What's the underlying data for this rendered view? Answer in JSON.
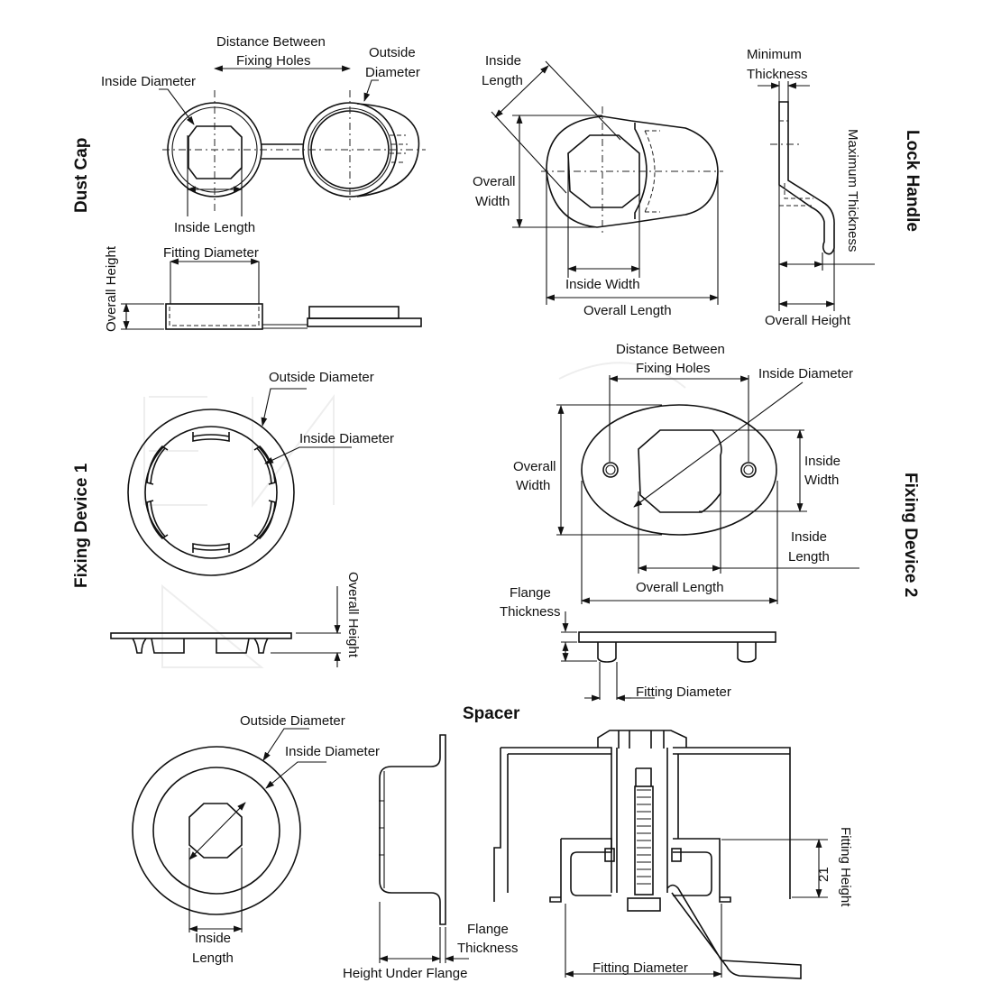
{
  "sections": {
    "dust_cap": {
      "title": "Dust Cap",
      "labels": {
        "distance_between_1": "Distance Between",
        "distance_between_2": "Fixing Holes",
        "outside_1": "Outside",
        "outside_2": "Diameter",
        "inside_diameter": "Inside Diameter",
        "inside_length": "Inside Length",
        "fitting_diameter": "Fitting Diameter",
        "overall_height": "Overall Height"
      }
    },
    "lock_handle": {
      "title": "Lock Handle",
      "labels": {
        "inside_length_1": "Inside",
        "inside_length_2": "Length",
        "overall_width_1": "Overall",
        "overall_width_2": "Width",
        "inside_width": "Inside Width",
        "overall_length": "Overall Length",
        "minimum_thickness_1": "Minimum",
        "minimum_thickness_2": "Thickness",
        "maximum_thickness": "Maximum Thickness",
        "overall_height": "Overall Height"
      }
    },
    "fixing_device_1": {
      "title": "Fixing Device 1",
      "labels": {
        "outside_diameter": "Outside Diameter",
        "inside_diameter": "Inside Diameter",
        "overall_height": "Overall Height"
      }
    },
    "fixing_device_2": {
      "title": "Fixing Device 2",
      "labels": {
        "distance_between_1": "Distance Between",
        "distance_between_2": "Fixing Holes",
        "inside_diameter": "Inside Diameter",
        "overall_width_1": "Overall",
        "overall_width_2": "Width",
        "inside_width_1": "Inside",
        "inside_width_2": "Width",
        "inside_length_1": "Inside",
        "inside_length_2": "Length",
        "overall_length": "Overall Length",
        "flange_thickness_1": "Flange",
        "flange_thickness_2": "Thickness",
        "fitting_diameter": "Fitting Diameter"
      }
    },
    "spacer": {
      "title": "Spacer",
      "labels": {
        "outside_diameter": "Outside Diameter",
        "inside_diameter": "Inside Diameter",
        "inside_length_1": "Inside",
        "inside_length_2": "Length",
        "flange_thickness_1": "Flange",
        "flange_thickness_2": "Thickness",
        "height_under_flange": "Height Under Flange",
        "fitting_diameter": "Fitting Diameter",
        "fitting_height": "Fitting Height",
        "fitting_height_value": "21"
      }
    }
  }
}
